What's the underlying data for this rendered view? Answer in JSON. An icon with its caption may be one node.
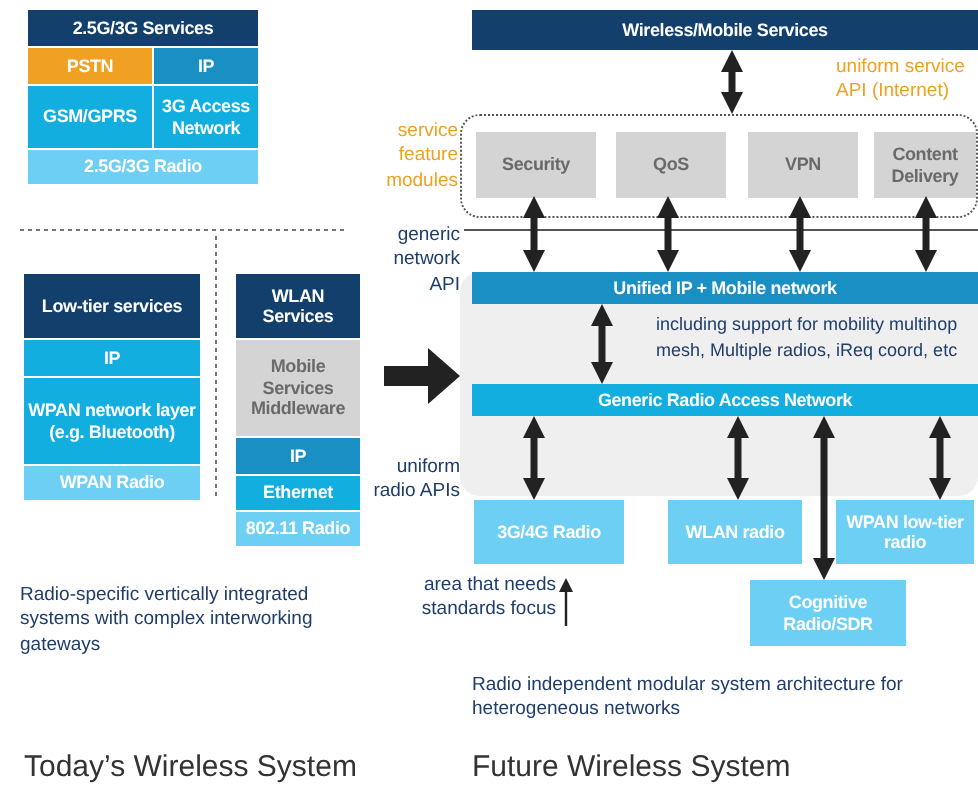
{
  "diagram": {
    "nodes": [
      {
        "text": [
          "2.5G/3G Services"
        ]
      },
      {
        "text": [
          "PSTN"
        ]
      },
      {
        "text": [
          "IP"
        ]
      },
      {
        "text": [
          "GSM/GPRS"
        ]
      },
      {
        "text": [
          "3G Access Network"
        ]
      },
      {
        "text": [
          "2.5G/3G Radio"
        ]
      },
      {
        "text": [
          "Low-tier services"
        ]
      },
      {
        "text": [
          "IP"
        ]
      },
      {
        "text": [
          "WPAN network layer (e.g. Bluetooth)"
        ]
      },
      {
        "text": [
          "WPAN Radio"
        ]
      },
      {
        "text": [
          "WLAN Services"
        ]
      },
      {
        "text": [
          "Mobile Services Middleware"
        ]
      },
      {
        "text": [
          "IP"
        ]
      },
      {
        "text": [
          "Ethernet"
        ]
      },
      {
        "text": [
          "802.11 Radio"
        ]
      },
      {
        "text": [
          "Wireless/Mobile Services"
        ]
      },
      {
        "text": [],
        "shape": "box",
        "beside": [
          "service feature modules"
        ]
      },
      {
        "text": [
          "Security"
        ],
        "in": 16
      },
      {
        "text": [
          "QoS"
        ],
        "in": 16
      },
      {
        "text": [
          "VPN"
        ],
        "in": 16
      },
      {
        "text": [
          "Content Delivery"
        ],
        "in": 16
      },
      {
        "text": [
          "including support for mobility multihop mesh, Multiple radios, iReq coord, etc"
        ]
      },
      {
        "text": [
          "Unified IP + Mobile network"
        ],
        "in": 21
      },
      {
        "text": [
          "Generic Radio Access Network"
        ],
        "in": 21
      },
      {
        "text": [
          "3G/4G Radio"
        ]
      },
      {
        "text": [
          "WLAN radio"
        ]
      },
      {
        "text": [
          "WPAN low-tier radio"
        ]
      },
      {
        "text": [
          "Cognitive Radio/SDR"
        ]
      }
    ],
    "edges": [
      {
        "from": 15,
        "to": 16,
        "arrow": "both"
      },
      {
        "from": 17,
        "to": 22,
        "arrow": "both"
      },
      {
        "from": 18,
        "to": 22,
        "arrow": "both"
      },
      {
        "from": 19,
        "to": 22,
        "arrow": "both"
      },
      {
        "from": 20,
        "to": 22,
        "arrow": "both"
      },
      {
        "from": 22,
        "to": 23,
        "arrow": "both"
      },
      {
        "from": 23,
        "to": 24,
        "arrow": "both"
      },
      {
        "from": 23,
        "to": 25,
        "arrow": "both"
      },
      {
        "from": 23,
        "to": 27,
        "arrow": "both"
      },
      {
        "from": 23,
        "to": 26,
        "arrow": "both"
      },
      {
        "from": 11,
        "to": 21,
        "arrow": "to",
        "style": "thick"
      }
    ],
    "labels": [
      "uniform service API (Internet)",
      "generic network API",
      "uniform radio APIs",
      "area that needs standards focus",
      "Radio-specific vertically integrated systems with complex interworking gateways",
      "Radio independent modular system architecture for heterogeneous networks",
      "Today’s Wireless System",
      "Future Wireless System"
    ]
  }
}
